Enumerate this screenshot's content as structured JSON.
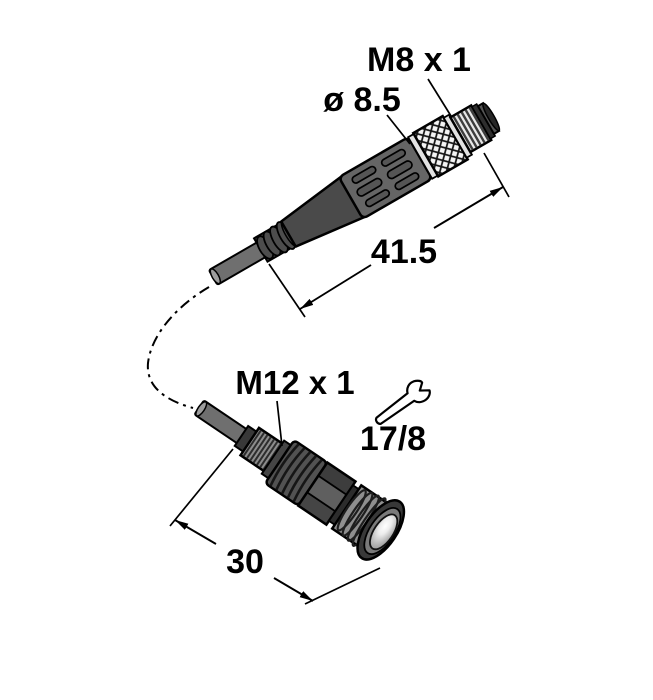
{
  "drawing": {
    "type": "connector-cable-technical-drawing",
    "background": "#ffffff",
    "m8_connector": {
      "name": "M8 male straight connector with cable",
      "thread_label": "M8 x 1",
      "diameter_label": "ø 8.5",
      "length_dimension": "41.5"
    },
    "m12_connector": {
      "name": "M12 threaded male receptacle",
      "thread_label": "M12 x 1",
      "wrench_size_label": "17/8",
      "length_dimension": "30"
    },
    "icons": {
      "wrench": "open-end-wrench"
    },
    "colors": {
      "outline": "#000000",
      "body_gray": "#656565",
      "dark_gray": "#3f3f3f",
      "cable_gray": "#6f6f6f",
      "knurl_background": "#f4f4f4",
      "ring_light": "#e2e2e2",
      "lens_highlight": "#ffffff",
      "background": "#ffffff"
    }
  }
}
